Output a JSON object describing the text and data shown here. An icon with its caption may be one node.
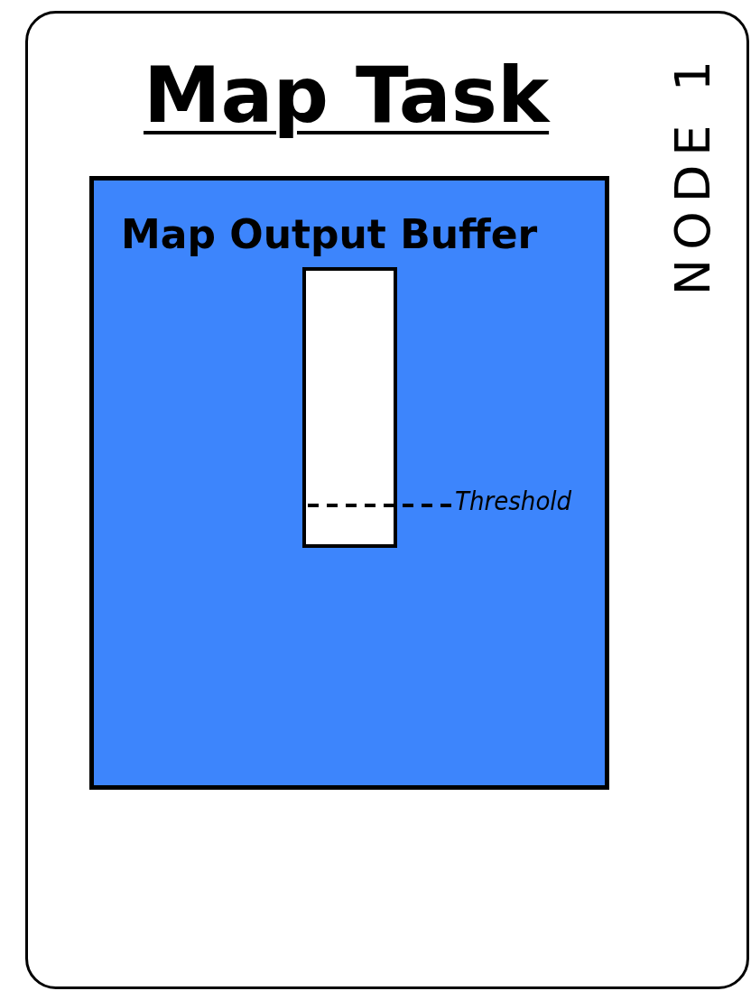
{
  "diagram": {
    "nodes": [
      {
        "text": [
          "Map Task",
          "NODE 1"
        ]
      },
      {
        "text": [
          "Map Output Buffer"
        ],
        "in": 0
      },
      {
        "text": [],
        "shape": "bar",
        "in": 1
      },
      {
        "text": [
          "Threshold"
        ],
        "in": 1
      }
    ],
    "edges": [
      {
        "from": 3,
        "to": 2,
        "arrow": "none",
        "style": "dashed"
      }
    ]
  }
}
